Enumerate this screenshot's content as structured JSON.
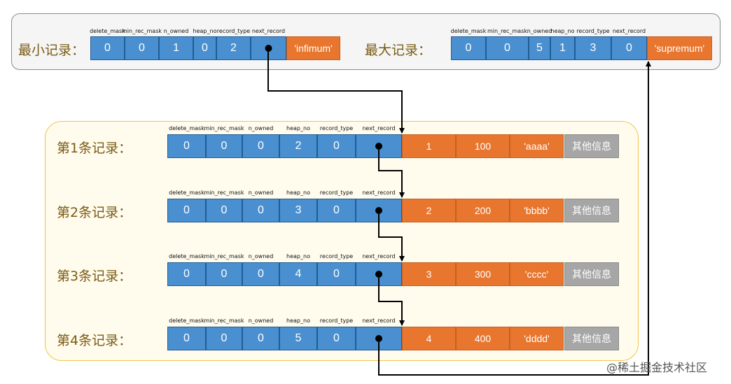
{
  "field_headers": [
    "delete_mask",
    "min_rec_mask",
    "n_owned",
    "heap_no",
    "record_type",
    "next_record"
  ],
  "infimum": {
    "label": "最小记录：",
    "fields": [
      "0",
      "0",
      "1",
      "0",
      "2",
      ""
    ],
    "data": "'infimum'"
  },
  "supremum": {
    "label": "最大记录：",
    "fields": [
      "0",
      "0",
      "5",
      "1",
      "3",
      "0"
    ],
    "data": "'supremum'"
  },
  "records": [
    {
      "label": "第1条记录：",
      "fields": [
        "0",
        "0",
        "0",
        "2",
        "0",
        ""
      ],
      "values": [
        "1",
        "100",
        "'aaaa'"
      ],
      "other": "其他信息"
    },
    {
      "label": "第2条记录：",
      "fields": [
        "0",
        "0",
        "0",
        "3",
        "0",
        ""
      ],
      "values": [
        "2",
        "200",
        "'bbbb'"
      ],
      "other": "其他信息"
    },
    {
      "label": "第3条记录：",
      "fields": [
        "0",
        "0",
        "0",
        "4",
        "0",
        ""
      ],
      "values": [
        "3",
        "300",
        "'cccc'"
      ],
      "other": "其他信息"
    },
    {
      "label": "第4条记录：",
      "fields": [
        "0",
        "0",
        "0",
        "5",
        "0",
        ""
      ],
      "values": [
        "4",
        "400",
        "'dddd'"
      ],
      "other": "其他信息"
    }
  ],
  "watermark": "@稀土掘金技术社区",
  "colors": {
    "header_field": "#4a90d0",
    "data_field": "#e8762f",
    "other_info": "#a6a6a6",
    "records_panel_border": "#f0c54a",
    "arrow": "#000000"
  }
}
